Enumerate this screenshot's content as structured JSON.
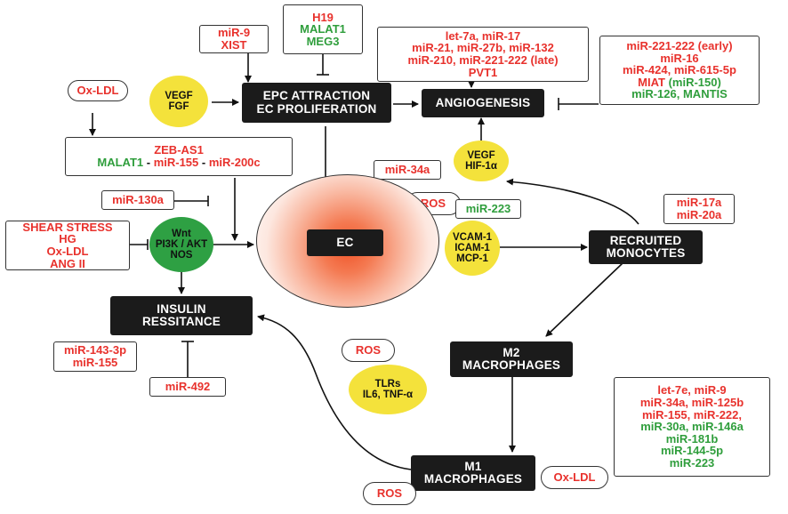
{
  "nodes": {
    "mir9_xist": {
      "lines": [
        {
          "text": "miR-9",
          "color": "red"
        },
        {
          "text": "XIST",
          "color": "red"
        }
      ]
    },
    "h19_box": {
      "lines": [
        {
          "text": "H19",
          "color": "red"
        },
        {
          "text": "MALAT1",
          "color": "green"
        },
        {
          "text": "MEG3",
          "color": "green"
        }
      ]
    },
    "let7a_box": {
      "lines": [
        {
          "text": "let-7a, miR-17",
          "color": "red"
        },
        {
          "text": "miR-21, miR-27b, miR-132",
          "color": "red"
        },
        {
          "text": "miR-210, miR-221-222 (late)",
          "color": "red"
        },
        {
          "text": "PVT1",
          "color": "red"
        }
      ]
    },
    "mir221_box": {
      "lines": [
        {
          "text": "miR-221-222 (early)",
          "color": "red"
        },
        {
          "text": "miR-16",
          "color": "red"
        },
        {
          "text": "miR-424, miR-615-5p",
          "color": "red"
        },
        {
          "text": "MIAT (miR-150)",
          "color": "mixed",
          "parts": [
            {
              "text": "MIAT ",
              "color": "red"
            },
            {
              "text": "(miR-150)",
              "color": "green"
            }
          ]
        },
        {
          "text": "miR-126, MANTIS",
          "color": "green"
        }
      ]
    },
    "oxldl_top": {
      "text": "Ox-LDL"
    },
    "vegf_fgf": {
      "lines": [
        "VEGF",
        "FGF"
      ]
    },
    "epc": {
      "lines": [
        "EPC ATTRACTION",
        "EC PROLIFERATION"
      ]
    },
    "angiogenesis": {
      "text": "ANGIOGENESIS"
    },
    "zeb_box": {
      "line1": "ZEB-AS1",
      "line2_parts": [
        {
          "text": "MALAT1",
          "color": "green"
        },
        {
          "text": " - ",
          "color": "dark"
        },
        {
          "text": "miR-155",
          "color": "red"
        },
        {
          "text": " - ",
          "color": "dark"
        },
        {
          "text": "miR-200c",
          "color": "red"
        }
      ]
    },
    "mir34a_top": {
      "text": "miR-34a"
    },
    "vegf_hif": {
      "lines": [
        "VEGF",
        "HIF-1α"
      ]
    },
    "mir130a": {
      "text": "miR-130a"
    },
    "ros_mid": {
      "text": "ROS"
    },
    "mir223_mid": {
      "text": "miR-223"
    },
    "mir17a_box": {
      "lines": [
        "miR-17a",
        "miR-20a"
      ]
    },
    "shear_box": {
      "lines": [
        "SHEAR STRESS",
        "HG",
        "Ox-LDL",
        "ANG II"
      ]
    },
    "wnt": {
      "lines": [
        "Wnt",
        "PI3K / AKT",
        "NOS"
      ]
    },
    "ec": {
      "text": "EC"
    },
    "vcam": {
      "lines": [
        "VCAM-1",
        "ICAM-1",
        "MCP-1"
      ]
    },
    "recruited": {
      "lines": [
        "RECRUITED",
        "MONOCYTES"
      ]
    },
    "insulin": {
      "lines": [
        "INSULIN",
        "RESSITANCE"
      ]
    },
    "mir143_box": {
      "lines": [
        "miR-143-3p",
        "miR-155"
      ]
    },
    "mir492": {
      "text": "miR-492"
    },
    "ros_left": {
      "text": "ROS"
    },
    "tlrs": {
      "lines": [
        "TLRs",
        "IL6, TNF-α"
      ]
    },
    "m2": {
      "lines": [
        "M2",
        "MACROPHAGES"
      ]
    },
    "let7e_box": {
      "lines": [
        {
          "text": "let-7e, miR-9",
          "color": "red"
        },
        {
          "text": "miR-34a, miR-125b",
          "color": "red"
        },
        {
          "text": "miR-155, miR-222,",
          "color": "red"
        },
        {
          "text": "miR-30a, miR-146a",
          "color": "green"
        },
        {
          "text": "miR-181b",
          "color": "green"
        },
        {
          "text": "miR-144-5p",
          "color": "green"
        },
        {
          "text": "miR-223",
          "color": "green"
        }
      ]
    },
    "m1": {
      "lines": [
        "M1",
        "MACROPHAGES"
      ]
    },
    "oxldl_bottom": {
      "text": "Ox-LDL"
    },
    "ros_bottom": {
      "text": "ROS"
    }
  },
  "colors": {
    "red": "#e8322d",
    "green": "#2f9e3c",
    "dark": "#1b1b1b",
    "yellow": "#f4e23b",
    "green_circle": "#2ea043"
  }
}
